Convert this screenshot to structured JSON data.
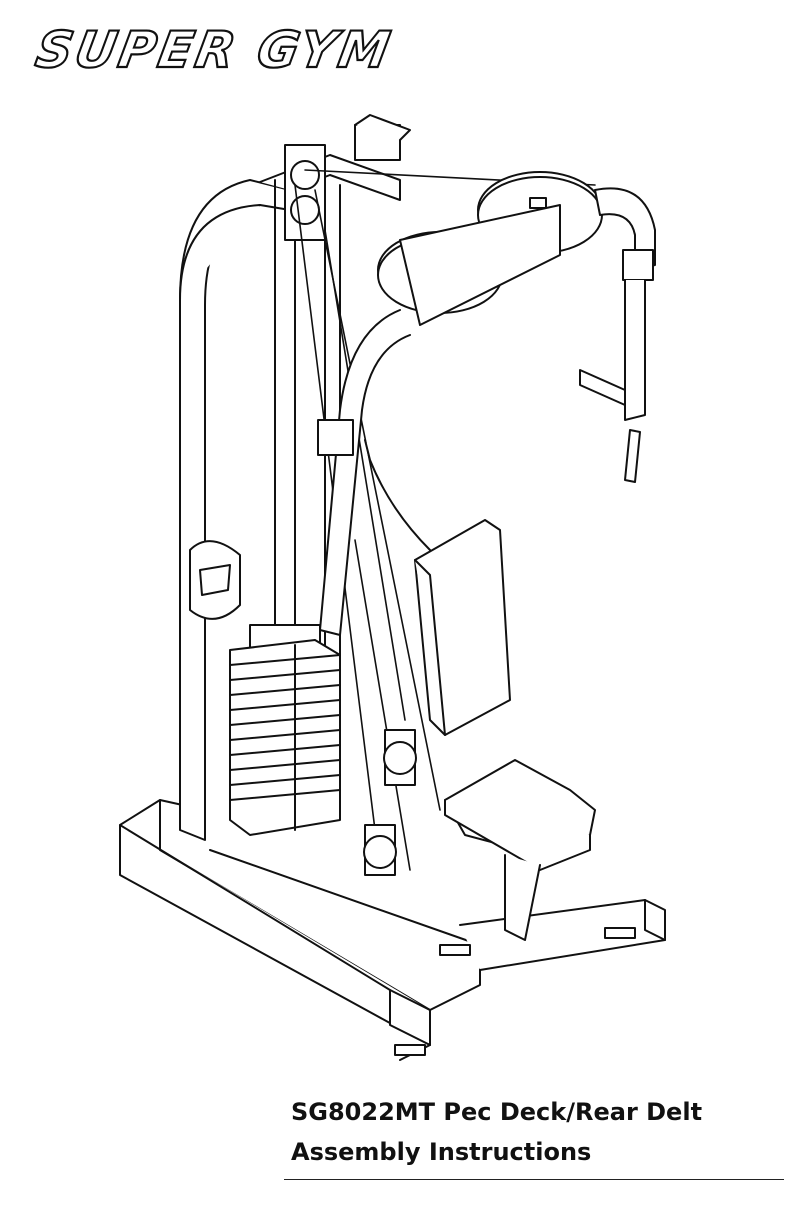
{
  "brand": {
    "logo_text": "SUPER GYM"
  },
  "document": {
    "title_line1": "SG8022MT Pec Deck/Rear Delt",
    "title_line2": "Assembly Instructions"
  },
  "illustration": {
    "subject": "pec-deck-machine-line-drawing"
  },
  "colors": {
    "ink": "#111111",
    "paper": "#ffffff"
  }
}
